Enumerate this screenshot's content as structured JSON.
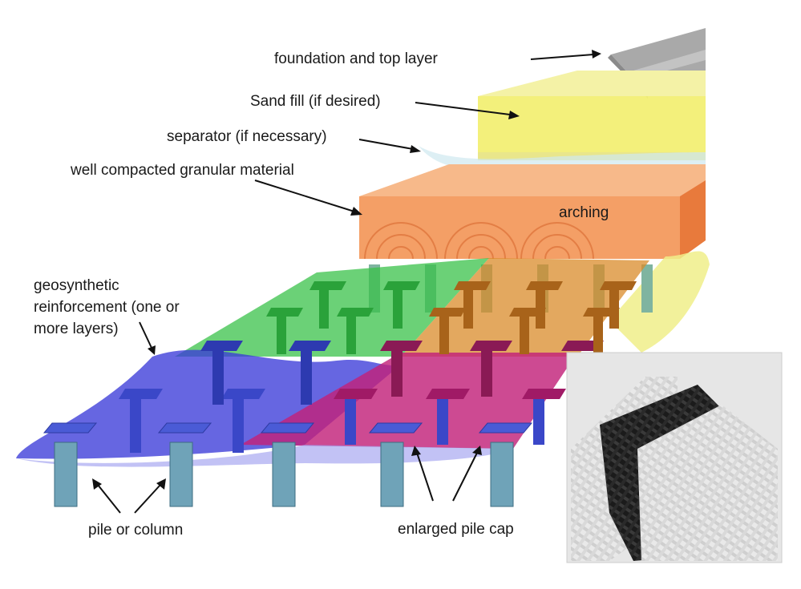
{
  "labels": {
    "foundation": "foundation and top layer",
    "sand_fill": "Sand fill (if desired)",
    "separator": "separator (if necessary)",
    "granular": "well compacted granular material",
    "arching": "arching",
    "geosynthetic_line1": "geosynthetic",
    "geosynthetic_line2": "reinforcement (one or",
    "geosynthetic_line3": "more layers)",
    "pile": "pile or column",
    "pile_cap": "enlarged pile cap"
  },
  "colors": {
    "granular_block": "#f39a5e",
    "sand_block": "#f2ef74",
    "top_layer": "#b9b9b9",
    "geogrid_blue": "#3b3bd9",
    "geogrid_green": "#39c24a",
    "geogrid_magenta": "#c2227a",
    "geogrid_orange": "#d98b2a",
    "pile": "#6fa3b8",
    "pile_cap": "#4a5bd6"
  },
  "inset": {
    "name": "geosynthetic fabric samples photo"
  }
}
